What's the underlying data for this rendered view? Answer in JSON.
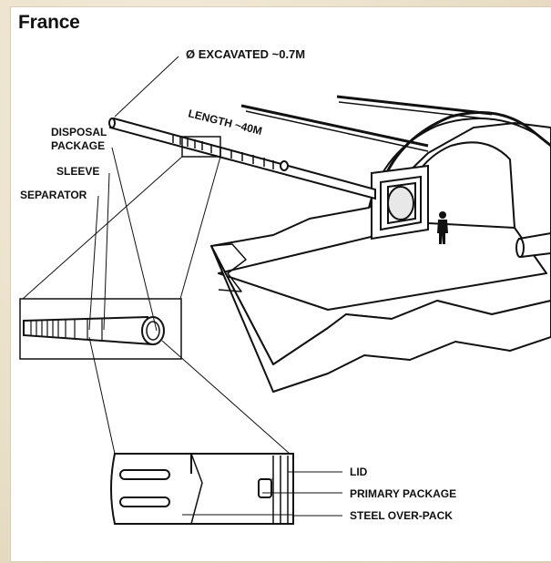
{
  "diagram": {
    "title": "France",
    "labels": {
      "diameter": "Ø EXCAVATED ~0.7M",
      "length": "LENGTH ~40M",
      "disposal_package_line1": "DISPOSAL",
      "disposal_package_line2": "PACKAGE",
      "sleeve": "SLEEVE",
      "separator": "SEPARATOR",
      "lid": "LID",
      "primary_package": "PRIMARY PACKAGE",
      "steel_over_pack": "STEEL OVER-PACK"
    }
  }
}
